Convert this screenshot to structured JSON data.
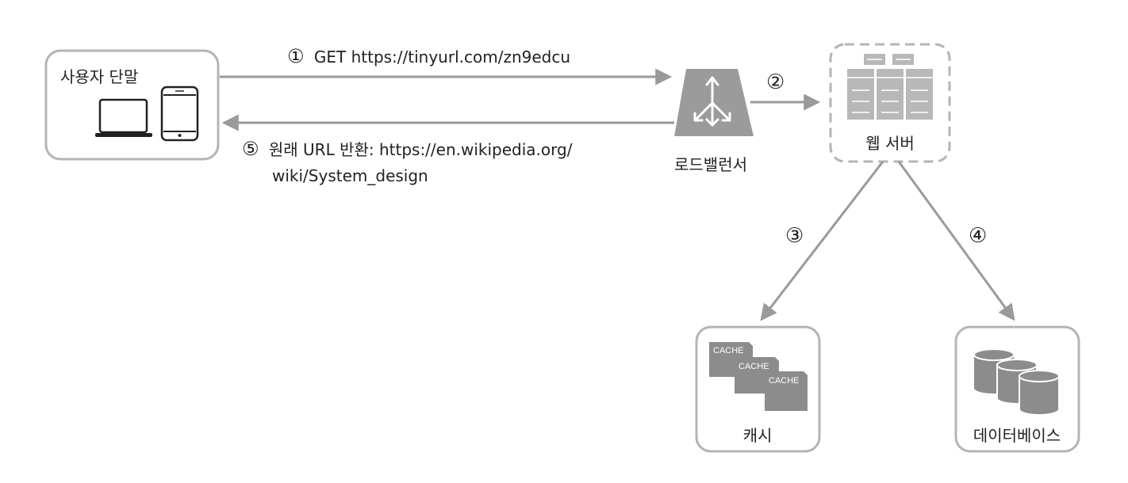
{
  "nodes": {
    "client": {
      "label": "사용자 단말"
    },
    "load_balancer": {
      "label": "로드밸런서"
    },
    "web_server": {
      "label": "웹 서버"
    },
    "cache": {
      "label": "캐시",
      "layer_labels": [
        "CACHE",
        "CACHE",
        "CACHE"
      ]
    },
    "database": {
      "label": "데이터베이스"
    }
  },
  "edges": {
    "request": {
      "number": "①",
      "text": "GET https://tinyurl.com/zn9edcu"
    },
    "response": {
      "number": "⑤",
      "text_line1": "원래 URL 반환: https://en.wikipedia.org/",
      "text_line2": "wiki/System_design"
    },
    "lb_to_web": {
      "number": "②"
    },
    "web_to_cache": {
      "number": "③"
    },
    "web_to_db": {
      "number": "④"
    }
  },
  "colors": {
    "box_stroke": "#b4b4b4",
    "arrow": "#9a9a9a",
    "icon_dark": "#222222",
    "server_fill": "#b8b8b8",
    "lb_fill": "#9b9b9b",
    "cache_fill": "#8c8c8c",
    "db_fill": "#8c8c8c"
  }
}
